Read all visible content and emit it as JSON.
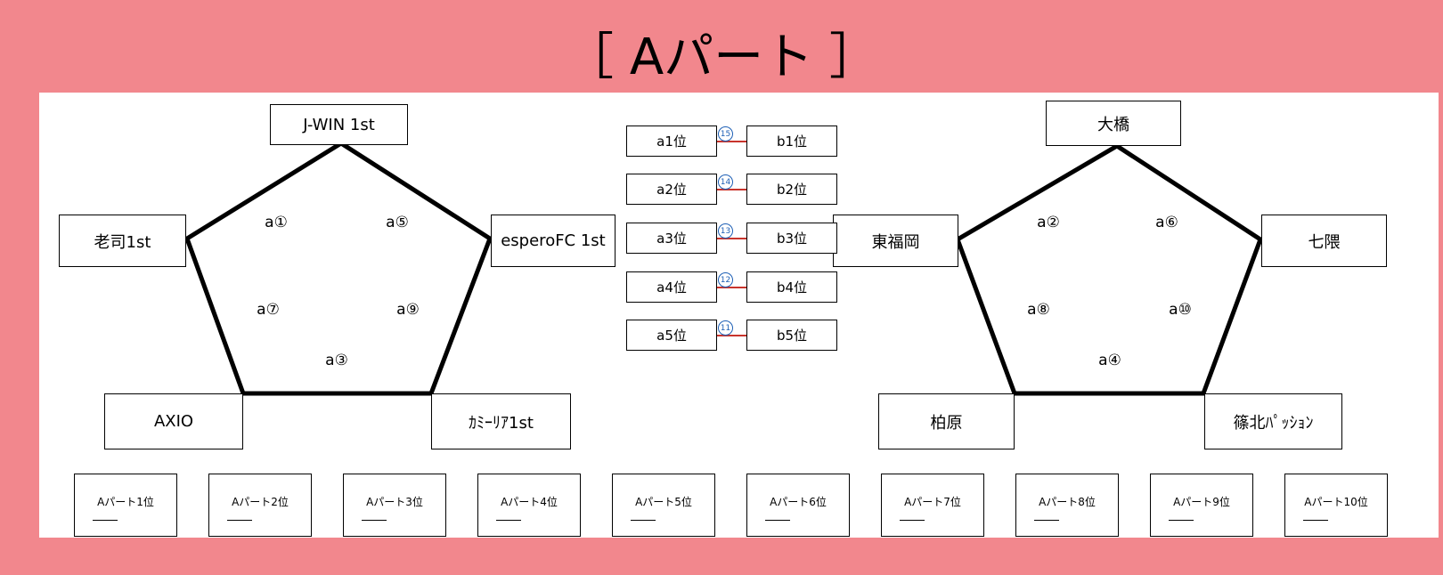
{
  "title": "［ Aパート ］",
  "left_group": {
    "teams": [
      "J-WIN 1st",
      "老司1st",
      "esperoFC 1st",
      "AXIO",
      "ｶﾐｰﾘｱ1st"
    ],
    "matches": [
      "a①",
      "a⑤",
      "a⑦",
      "a⑨",
      "a③"
    ]
  },
  "right_group": {
    "teams": [
      "大橋",
      "東福岡",
      "七隈",
      "柏原",
      "篠北ﾊﾟｯｼｮﾝ"
    ],
    "matches": [
      "a②",
      "a⑥",
      "a⑧",
      "a⑩",
      "a④"
    ]
  },
  "placement_matches": [
    {
      "left": "a1位",
      "right": "b1位",
      "number": "15"
    },
    {
      "left": "a2位",
      "right": "b2位",
      "number": "14"
    },
    {
      "left": "a3位",
      "right": "b3位",
      "number": "13"
    },
    {
      "left": "a4位",
      "right": "b4位",
      "number": "12"
    },
    {
      "left": "a5位",
      "right": "b5位",
      "number": "11"
    }
  ],
  "rankings": [
    "Aパート1位",
    "Aパート2位",
    "Aパート3位",
    "Aパート4位",
    "Aパート5位",
    "Aパート6位",
    "Aパート7位",
    "Aパート8位",
    "Aパート9位",
    "Aパート10位"
  ],
  "colors": {
    "background": "#f2878d",
    "panel": "#ffffff",
    "connector": "#c8342c",
    "badge": "#1d5fb5"
  }
}
